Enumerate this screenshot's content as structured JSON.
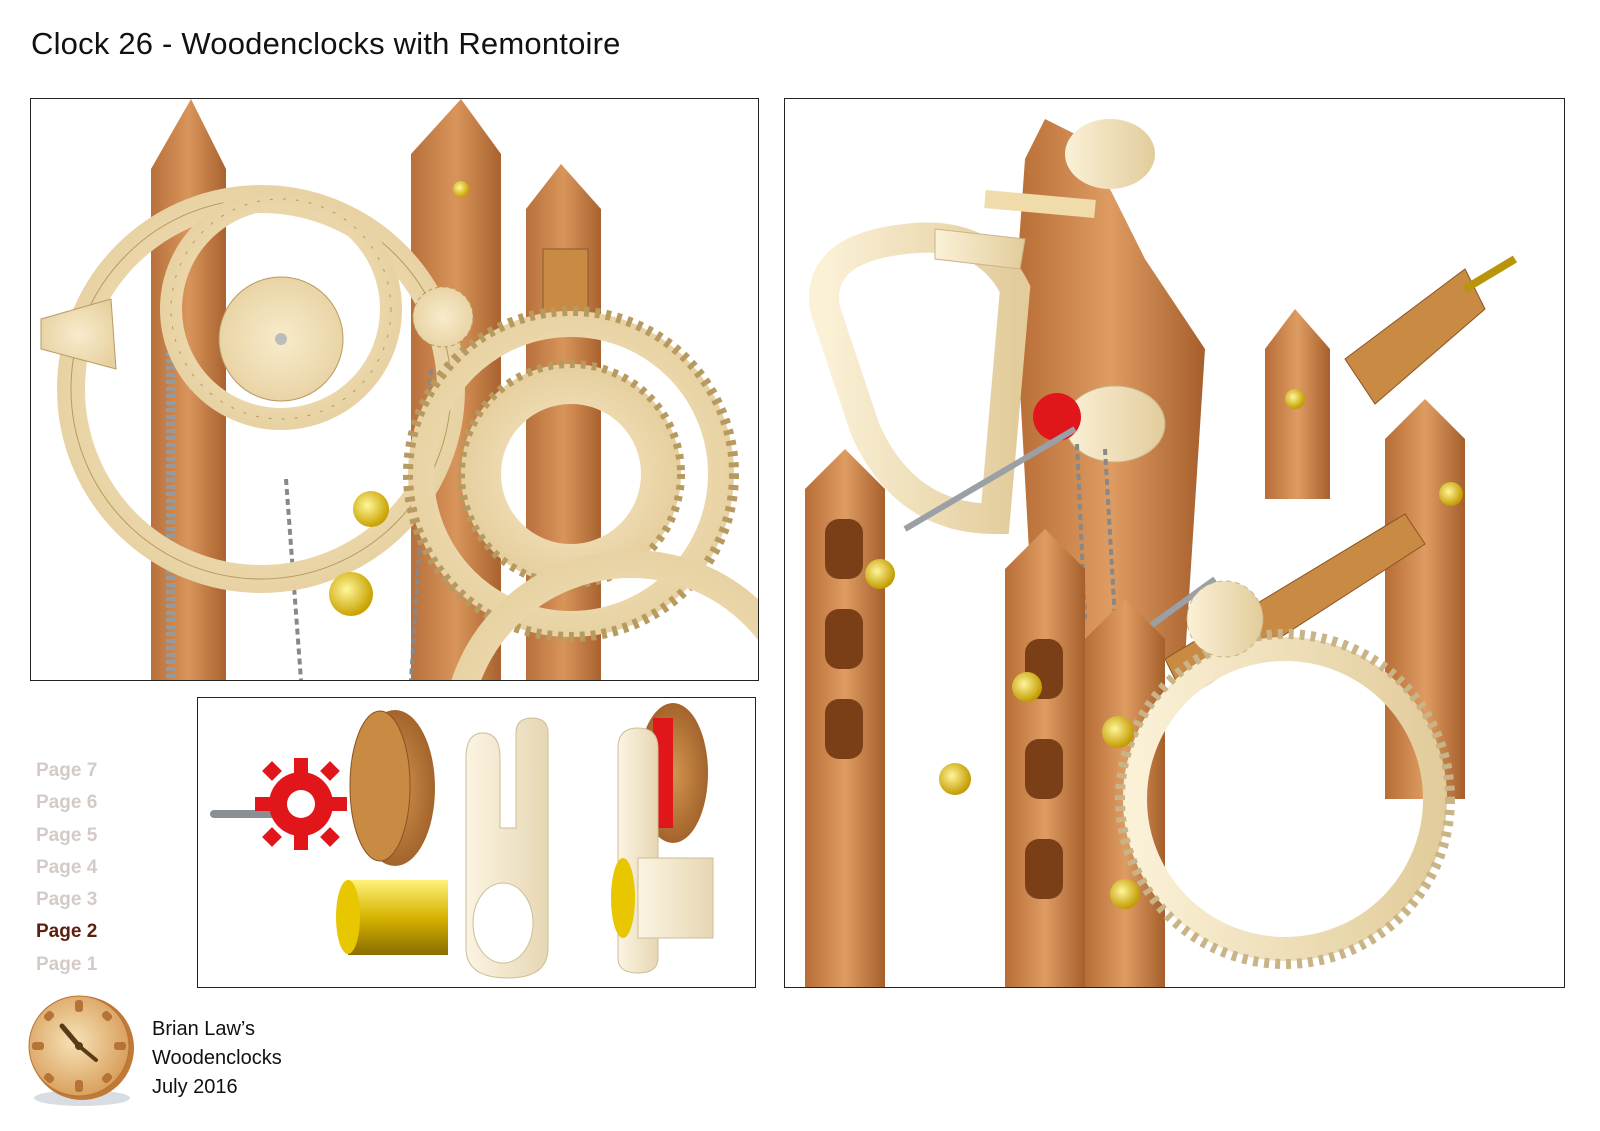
{
  "title": "Clock 26 - Woodenclocks with Remontoire",
  "nav": {
    "items": [
      {
        "label": "Page 7",
        "active": false
      },
      {
        "label": "Page 6",
        "active": false
      },
      {
        "label": "Page 5",
        "active": false
      },
      {
        "label": "Page 4",
        "active": false
      },
      {
        "label": "Page 3",
        "active": false
      },
      {
        "label": "Page 2",
        "active": true
      },
      {
        "label": "Page 1",
        "active": false
      }
    ]
  },
  "credit": {
    "line1": "Brian Law’s",
    "line2": "Woodenclocks",
    "line3": "July 2016"
  },
  "colors": {
    "wood_light": "#efe0bb",
    "wood_dark": "#c9854c",
    "chain": "#8c8c8c",
    "red_part": "#e0161b",
    "brass": "#e0c010",
    "nav_inactive": "#d5cbc6",
    "nav_active": "#5c1f0e"
  },
  "icons": {
    "logo": "clock-face-logo-icon"
  }
}
